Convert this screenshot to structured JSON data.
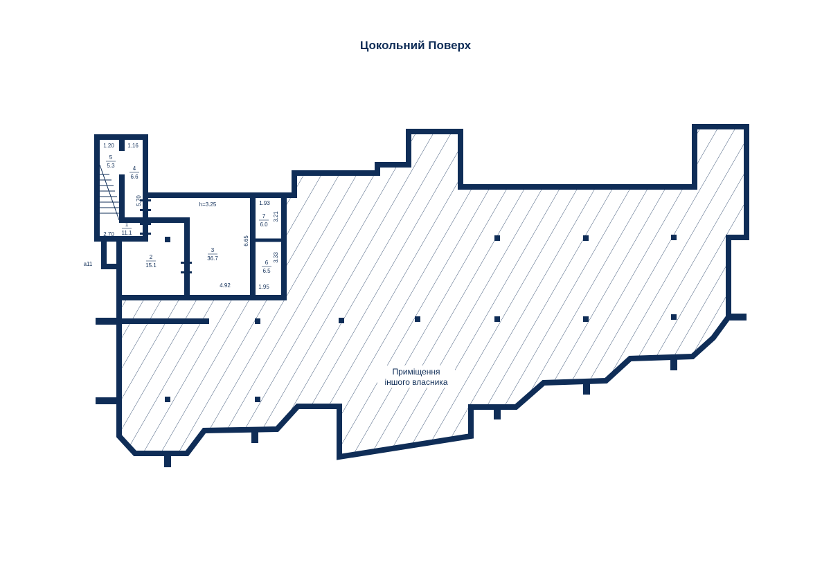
{
  "title": "Цокольний Поверх",
  "colors": {
    "wall": "#0f2d57",
    "hatch": "#0f2d57"
  },
  "rooms": [
    {
      "number": "1",
      "area": "11.1"
    },
    {
      "number": "2",
      "area": "15.1"
    },
    {
      "number": "3",
      "area": "36.7"
    },
    {
      "number": "4",
      "area": "6.6"
    },
    {
      "number": "5",
      "area": "5.3"
    },
    {
      "number": "6",
      "area": "6.5"
    },
    {
      "number": "7",
      "area": "6.0"
    }
  ],
  "dimensions": {
    "d120": "1.20",
    "d116": "1.16",
    "d570": "5.70",
    "d270": "2.70",
    "height": "h=3.25",
    "d665": "6.65",
    "d193": "1.93",
    "d321": "3.21",
    "d333": "3.33",
    "d492": "4.92",
    "d195": "1.95",
    "mark": "a11"
  },
  "other_owner": {
    "line1": "Приміщення",
    "line2": "іншого власника"
  }
}
